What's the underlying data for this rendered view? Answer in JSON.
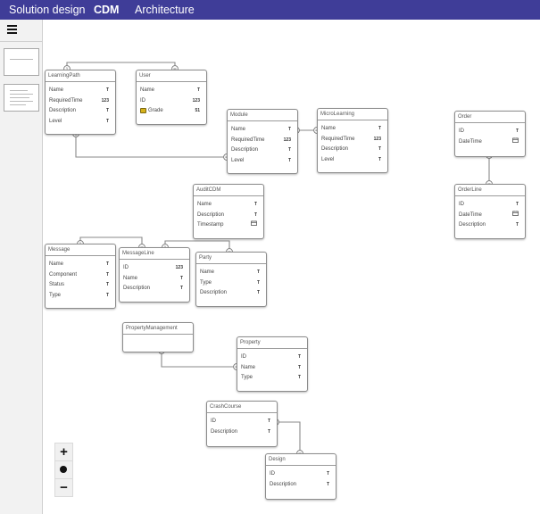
{
  "tabs": [
    {
      "label": "Solution design",
      "active": false
    },
    {
      "label": "CDM",
      "active": true
    },
    {
      "label": "Architecture",
      "active": false
    }
  ],
  "colors": {
    "header": "#3f3d98",
    "sidebar": "#f2f2f2",
    "lock": "#d6b21a"
  },
  "sidebar": {
    "icon": "hamburger-menu-icon",
    "views": [
      "view-thumbnail-blank",
      "view-thumbnail-cdm"
    ]
  },
  "zoom": {
    "in_icon": "plus-icon",
    "reset_icon": "dot-icon",
    "out_icon": "minus-icon"
  },
  "entities": [
    {
      "id": "learningpath",
      "name": "LearningPath",
      "attrs": [
        {
          "name": "Name",
          "type": "T"
        },
        {
          "name": "RequiredTime",
          "type": "123"
        },
        {
          "name": "Description",
          "type": "T"
        },
        {
          "name": "Level",
          "type": "T"
        }
      ]
    },
    {
      "id": "user",
      "name": "User",
      "attrs": [
        {
          "name": "Name",
          "type": "T"
        },
        {
          "name": "ID",
          "type": "123"
        },
        {
          "name": "Grade",
          "type": "51",
          "lock": true
        }
      ]
    },
    {
      "id": "module",
      "name": "Module",
      "attrs": [
        {
          "name": "Name",
          "type": "T"
        },
        {
          "name": "RequiredTime",
          "type": "123"
        },
        {
          "name": "Description",
          "type": "T"
        },
        {
          "name": "Level",
          "type": "T"
        }
      ]
    },
    {
      "id": "microlearning",
      "name": "MicroLearning",
      "attrs": [
        {
          "name": "Name",
          "type": "T"
        },
        {
          "name": "RequiredTime",
          "type": "123"
        },
        {
          "name": "Description",
          "type": "T"
        },
        {
          "name": "Level",
          "type": "T"
        }
      ]
    },
    {
      "id": "order",
      "name": "Order",
      "attrs": [
        {
          "name": "ID",
          "type": "T"
        },
        {
          "name": "DateTime",
          "type": "calendar"
        }
      ]
    },
    {
      "id": "orderline",
      "name": "OrderLine",
      "attrs": [
        {
          "name": "ID",
          "type": "T"
        },
        {
          "name": "DateTime",
          "type": "calendar"
        },
        {
          "name": "Description",
          "type": "T"
        }
      ]
    },
    {
      "id": "auditcdm",
      "name": "AuditCDM",
      "attrs": [
        {
          "name": "Name",
          "type": "T"
        },
        {
          "name": "Description",
          "type": "T"
        },
        {
          "name": "Timestamp",
          "type": "calendar"
        }
      ]
    },
    {
      "id": "message",
      "name": "Message",
      "attrs": [
        {
          "name": "Name",
          "type": "T"
        },
        {
          "name": "Component",
          "type": "T"
        },
        {
          "name": "Status",
          "type": "T"
        },
        {
          "name": "Type",
          "type": "T"
        }
      ]
    },
    {
      "id": "messageline",
      "name": "MessageLine",
      "attrs": [
        {
          "name": "ID",
          "type": "123"
        },
        {
          "name": "Name",
          "type": "T"
        },
        {
          "name": "Description",
          "type": "T"
        }
      ]
    },
    {
      "id": "party",
      "name": "Party",
      "attrs": [
        {
          "name": "Name",
          "type": "T"
        },
        {
          "name": "Type",
          "type": "T"
        },
        {
          "name": "Description",
          "type": "T"
        }
      ]
    },
    {
      "id": "propertymanagement",
      "name": "PropertyManagement",
      "attrs": []
    },
    {
      "id": "property",
      "name": "Property",
      "attrs": [
        {
          "name": "ID",
          "type": "T"
        },
        {
          "name": "Name",
          "type": "T"
        },
        {
          "name": "Type",
          "type": "T"
        }
      ]
    },
    {
      "id": "crashcourse",
      "name": "CrashCourse",
      "attrs": [
        {
          "name": "ID",
          "type": "T"
        },
        {
          "name": "Description",
          "type": "T"
        }
      ]
    },
    {
      "id": "design",
      "name": "Design",
      "attrs": [
        {
          "name": "ID",
          "type": "T"
        },
        {
          "name": "Description",
          "type": "T"
        }
      ]
    }
  ],
  "relations": [
    {
      "from": "user",
      "to": "learningpath",
      "cardinality": "one-to-many"
    },
    {
      "from": "learningpath",
      "to": "module",
      "cardinality": "one-to-many"
    },
    {
      "from": "module",
      "to": "microlearning",
      "cardinality": "one-to-many"
    },
    {
      "from": "order",
      "to": "orderline",
      "cardinality": "one-to-many"
    },
    {
      "from": "message",
      "to": "messageline",
      "cardinality": "one-to-many"
    },
    {
      "from": "messageline",
      "to": "party",
      "cardinality": "one-to-many"
    },
    {
      "from": "propertymanagement",
      "to": "property",
      "cardinality": "one-to-many"
    },
    {
      "from": "crashcourse",
      "to": "design",
      "cardinality": "one-to-many"
    }
  ]
}
